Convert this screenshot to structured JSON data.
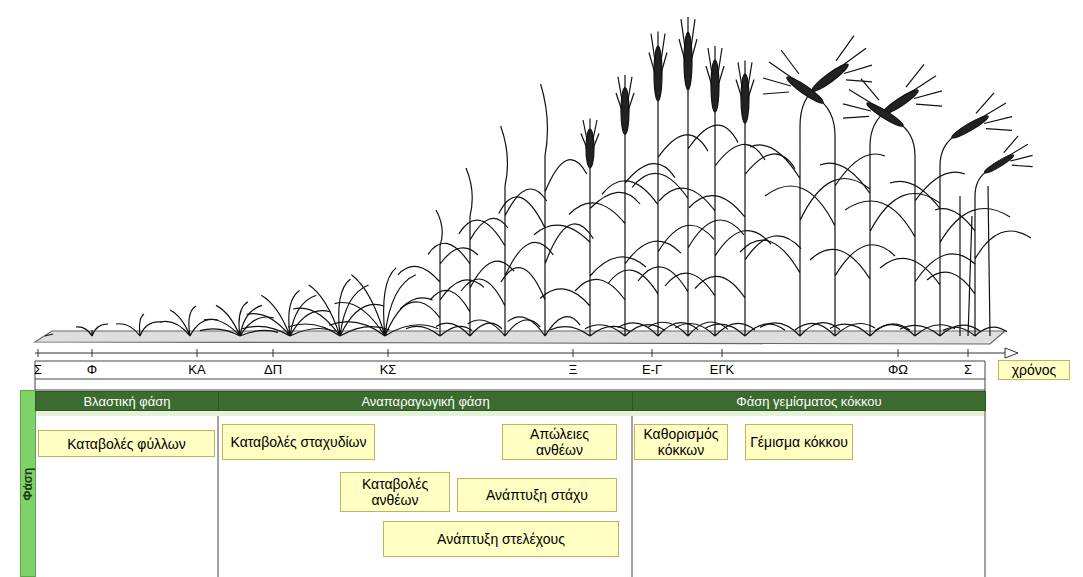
{
  "diagram": {
    "nodes": [
      {
        "text": [
          "χρόνος"
        ]
      },
      {
        "text": [
          "Φάση"
        ]
      },
      {
        "text": [
          "Βλαστική φάση"
        ]
      },
      {
        "text": [
          "Αναπαραγωγική φάση"
        ]
      },
      {
        "text": [
          "Φάση γεμίσματος κόκκου"
        ]
      },
      {
        "text": [
          "Καταβολές φύλλων"
        ]
      },
      {
        "text": [
          "Καταβολές σταχυδίων"
        ]
      },
      {
        "text": [
          "Απώλειες ανθέων"
        ]
      },
      {
        "text": [
          "Καθορισμός κόκκων"
        ]
      },
      {
        "text": [
          "Γέμισμα κόκκου"
        ]
      },
      {
        "text": [
          "Καταβολές ανθέων"
        ]
      },
      {
        "text": [
          "Ανάπτυξη στάχυ"
        ]
      },
      {
        "text": [
          "Ανάπτυξη στελέχους"
        ]
      }
    ],
    "labels": [
      "Σ",
      "Φ",
      "ΚΑ",
      "ΔΠ",
      "ΚΣ",
      "Ξ",
      "Ε-Γ",
      "ΕΓΚ",
      "ΦΩ",
      "Σ"
    ]
  }
}
